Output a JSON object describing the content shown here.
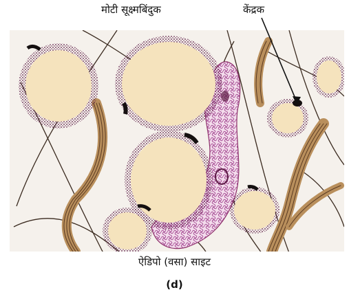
{
  "labels": {
    "fat_droplet": "मोटी सूक्ष्मबिंदुक",
    "nucleus": "केंद्रक",
    "caption": "ऐडिपो (वसा) साइट",
    "panel_letter": "(d)"
  },
  "colors": {
    "background": "#f5f1ec",
    "fat": "#f5e3bd",
    "cell_membrane": "#8a2c66",
    "dots": "#5c1a45",
    "connective_tissue": "#b98f5c",
    "fibre": "#3a2a1f",
    "nucleus": "#151010",
    "matrix": "#a64d94"
  }
}
